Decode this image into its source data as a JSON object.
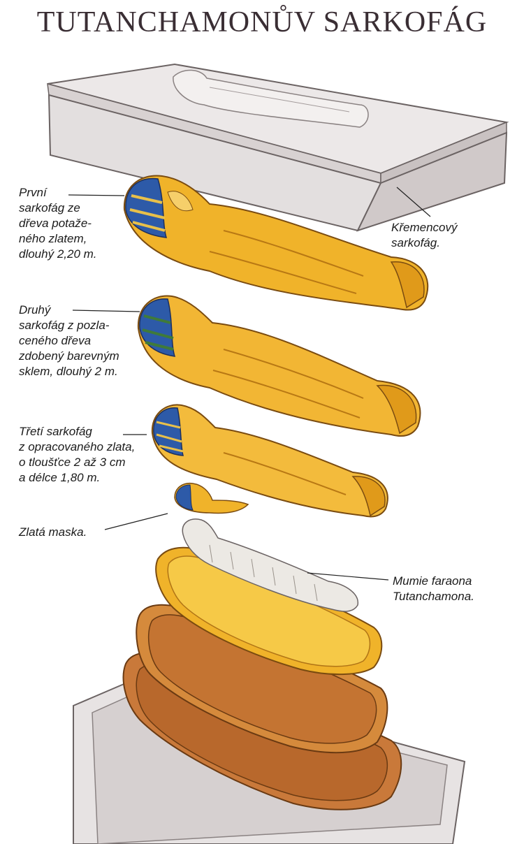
{
  "title": "TUTANCHAMONŮV SARKOFÁG",
  "labels": {
    "first": "První\nsarkofág ze\ndřeva potaže-\nného zlatem,\ndlouhý 2,20 m.",
    "quartzite": "Křemencový\nsarkofág.",
    "second": "Druhý\nsarkofág z pozla-\nceného dřeva\nzdobený barevným\nsklem, dlouhý 2 m.",
    "third": "Třetí sarkofág\nz opracovaného zlata,\no tloušťce 2 až 3 cm\na délce 1,80 m.",
    "mask": "Zlatá maska.",
    "mummy": "Mumie faraona\nTutanchamona."
  },
  "colors": {
    "stone": "#e7e3e3",
    "stone_shade": "#cfc8c8",
    "gold": "#f0b32a",
    "gold_light": "#f8d25a",
    "blue": "#2d5aa8",
    "wood": "#c9793a",
    "linen": "#ece9e4"
  }
}
